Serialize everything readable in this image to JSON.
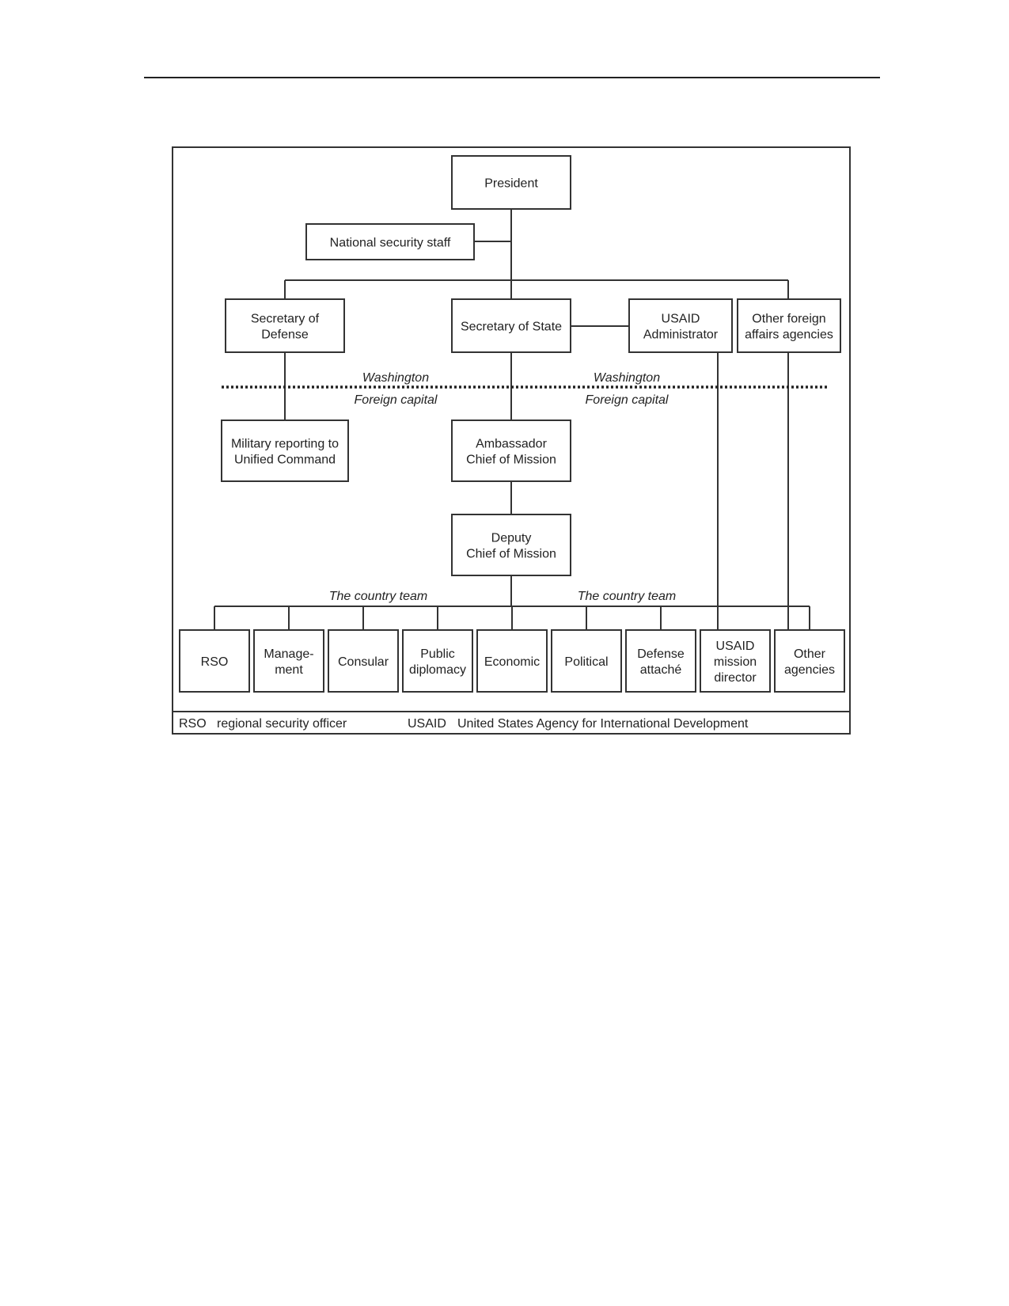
{
  "nodes": {
    "president": [
      "President"
    ],
    "nss": [
      "National security staff"
    ],
    "secdef": [
      "Secretary of",
      "Defense"
    ],
    "secstate": [
      "Secretary of State"
    ],
    "usaid_admin": [
      "USAID",
      "Administrator"
    ],
    "other_foreign": [
      "Other foreign",
      "affairs agencies"
    ],
    "military": [
      "Military reporting to",
      "Unified Command"
    ],
    "ambassador": [
      "Ambassador",
      "Chief of Mission"
    ],
    "dcm": [
      "Deputy",
      "Chief of Mission"
    ],
    "rso": [
      "RSO"
    ],
    "management": [
      "Manage-",
      "ment"
    ],
    "consular": [
      "Consular"
    ],
    "public_diplomacy": [
      "Public",
      "diplomacy"
    ],
    "economic": [
      "Economic"
    ],
    "political": [
      "Political"
    ],
    "defense_attache": [
      "Defense",
      "attaché"
    ],
    "usaid_director": [
      "USAID",
      "mission",
      "director"
    ],
    "other_agencies": [
      "Other",
      "agencies"
    ]
  },
  "divider": {
    "upper_label": "Washington",
    "lower_label": "Foreign capital"
  },
  "country_team_label": "The country team",
  "legend": [
    {
      "abbr": "RSO",
      "text": "regional security officer"
    },
    {
      "abbr": "USAID",
      "text": "United States Agency for International Development"
    }
  ]
}
